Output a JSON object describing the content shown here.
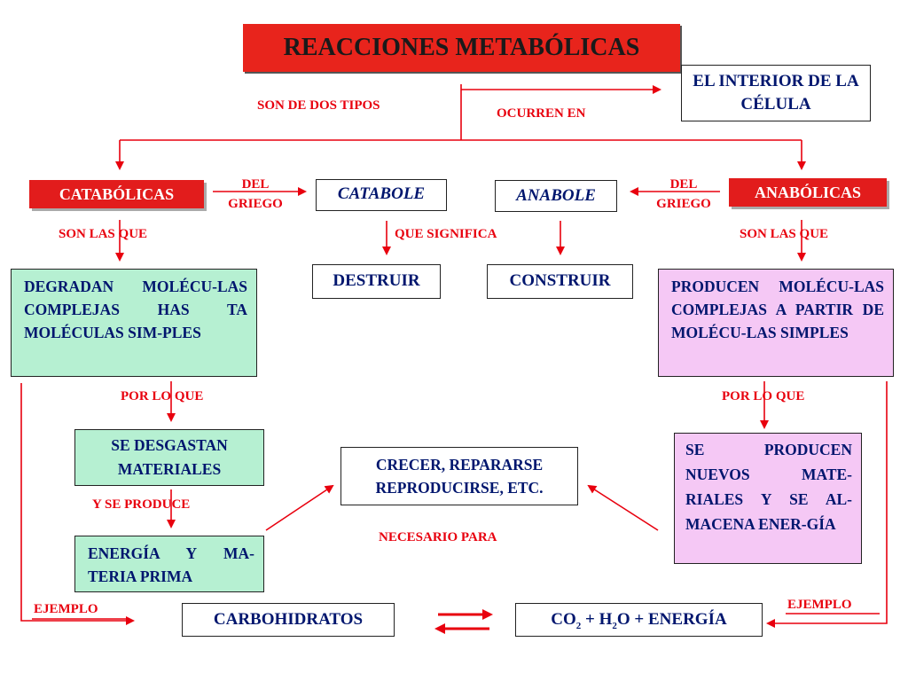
{
  "title": "REACCIONES METABÓLICAS",
  "interior": "EL INTERIOR DE LA CÉLULA",
  "labels": {
    "son_de_dos_tipos": "SON DE DOS TIPOS",
    "ocurren_en": "OCURREN EN",
    "del_griego_left": "DEL GRIEGO",
    "del_griego_right": "DEL GRIEGO",
    "son_las_que_left": "SON LAS QUE",
    "son_las_que_right": "SON LAS QUE",
    "que_significa": "QUE SIGNIFICA",
    "por_lo_que_left": "POR LO QUE",
    "por_lo_que_right": "POR LO QUE",
    "y_se_produce": "Y SE PRODUCE",
    "necesario_para": "NECESARIO PARA",
    "ejemplo_left": "EJEMPLO",
    "ejemplo_right": "EJEMPLO"
  },
  "catabolicas": "CATABÓLICAS",
  "anabolicas": "ANABÓLICAS",
  "catabole": "CATABOLE",
  "anabole": "ANABOLE",
  "destruir": "DESTRUIR",
  "construir": "CONSTRUIR",
  "degradan": "DEGRADAN MOLÉCU-LAS COMPLEJAS HAS TA MOLÉCULAS SIM-PLES",
  "producen": "PRODUCEN MOLÉCU-LAS COMPLEJAS A PARTIR DE MOLÉCU-LAS SIMPLES",
  "desgastan": "SE DESGASTAN MATERIALES",
  "producen_nuevos": "SE PRODUCEN NUEVOS MATE-RIALES Y SE AL-MACENA ENER-GÍA",
  "energia_materia": "ENERGÍA Y MA-TERIA PRIMA",
  "crecer": "CRECER, REPARARSE REPRODUCIRSE, ETC.",
  "carbohidratos": "CARBOHIDRATOS",
  "equation": {
    "co": "CO",
    "co_sub": "2",
    "plus_h": " + H",
    "h_sub": "2",
    "rest": "O + ENERGÍA"
  },
  "colors": {
    "red": "#e8000e",
    "title_bg": "#e8241c",
    "green_box": "#b6f0d2",
    "pink_box": "#f5c8f5",
    "text_navy": "#00166e"
  }
}
